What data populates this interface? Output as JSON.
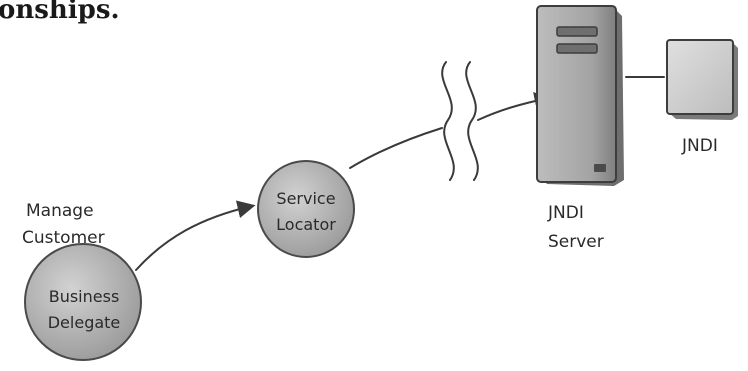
{
  "heading": {
    "text": "onships."
  },
  "nodes": {
    "business_delegate": {
      "caption_line1": "Manage",
      "caption_line2": "Customer",
      "label_line1": "Business",
      "label_line2": "Delegate"
    },
    "service_locator": {
      "label_line1": "Service",
      "label_line2": "Locator"
    },
    "jndi_server": {
      "label_line1": "JNDI",
      "label_line2": "Server"
    },
    "jndi": {
      "label": "JNDI"
    }
  },
  "colors": {
    "node_fill": "#b8b8b8",
    "node_stroke": "#4a4a4a",
    "server_fill": "#a9a9a9",
    "box_fill": "#d4d4d4",
    "line": "#3a3a3a"
  }
}
